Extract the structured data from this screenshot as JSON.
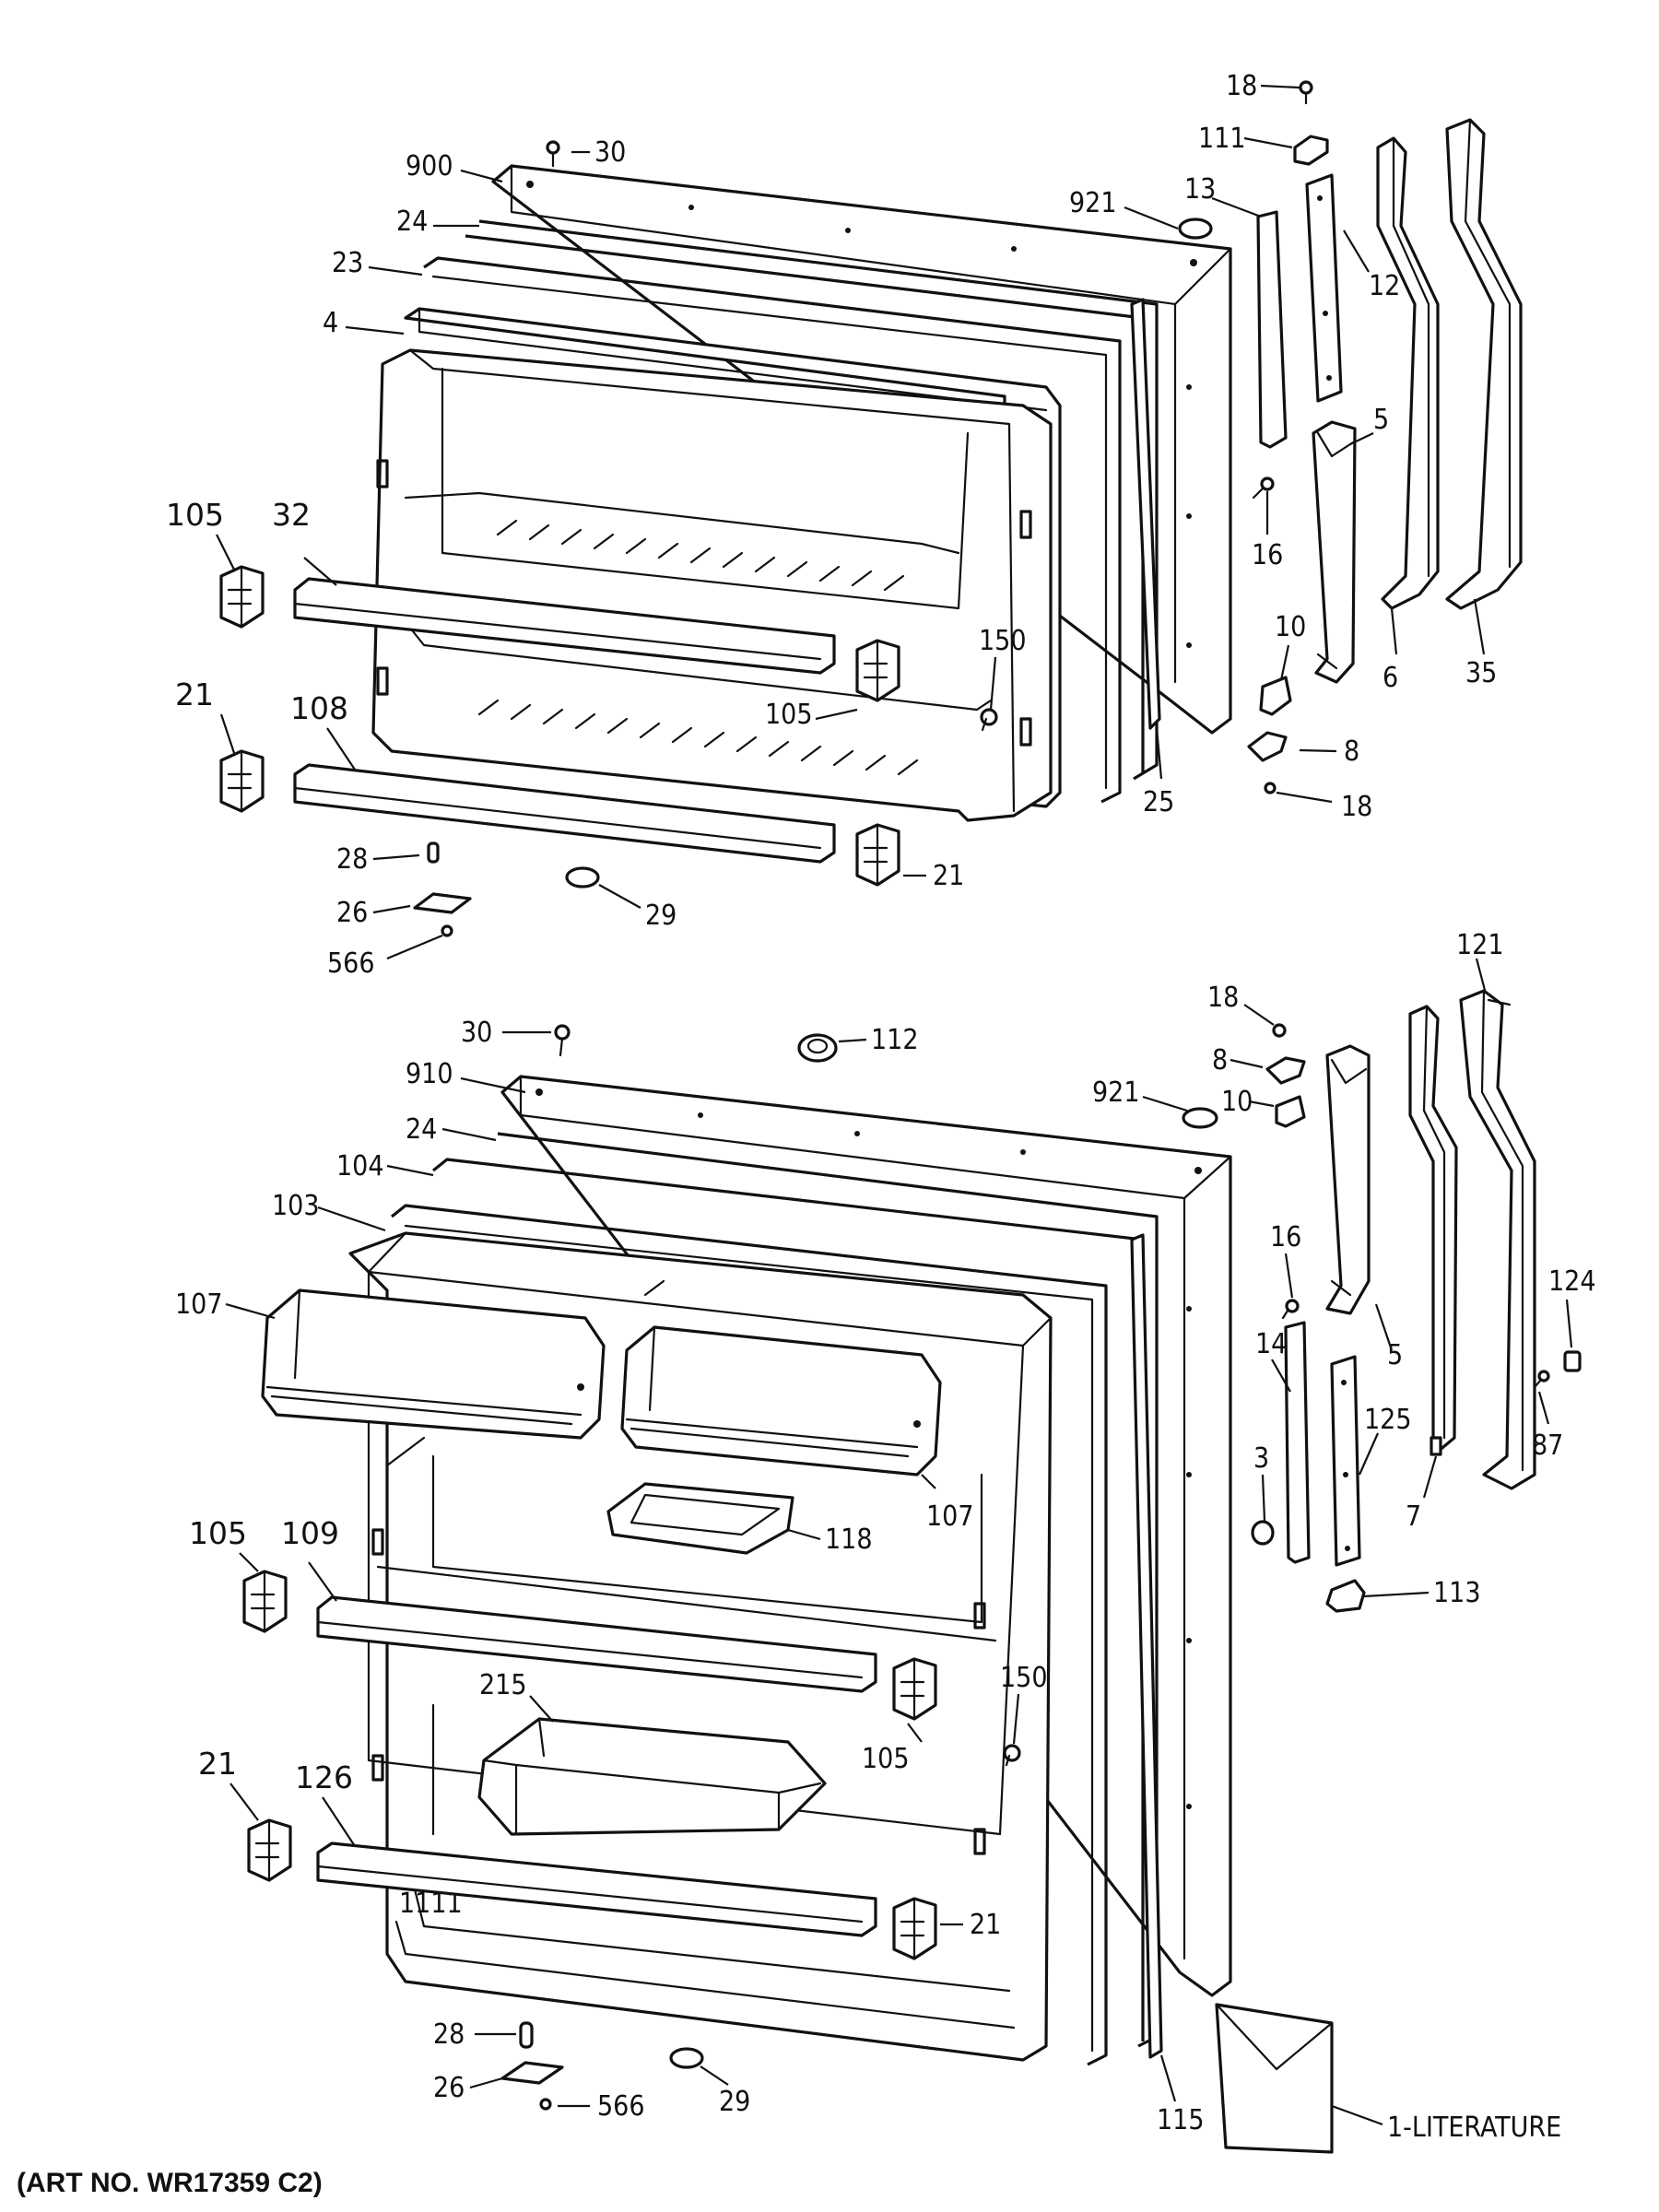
{
  "art_number": "(ART NO. WR17359 C2)",
  "literature_label": "1-LITERATURE",
  "callouts": {
    "freezer": {
      "c18_top": "18",
      "c111": "111",
      "c30": "30",
      "c900": "900",
      "c921": "921",
      "c13": "13",
      "c12": "12",
      "c24": "24",
      "c23": "23",
      "c4": "4",
      "c5": "5",
      "c105_left": "105",
      "c32": "32",
      "c16": "16",
      "c10": "10",
      "c6": "6",
      "c35": "35",
      "c150": "150",
      "c105_right": "105",
      "c21_left": "21",
      "c108": "108",
      "c8": "8",
      "c25": "25",
      "c18_bottom": "18",
      "c28": "28",
      "c21_right": "21",
      "c26": "26",
      "c29": "29",
      "c566": "566"
    },
    "fresh_food": {
      "c121": "121",
      "c18": "18",
      "c30": "30",
      "c112": "112",
      "c910": "910",
      "c8": "8",
      "c921": "921",
      "c10": "10",
      "c24": "24",
      "c104": "104",
      "c103": "103",
      "c16": "16",
      "c107_left": "107",
      "c124": "124",
      "c5": "5",
      "c14": "14",
      "c125": "125",
      "c87": "87",
      "c107_right": "107",
      "c3": "3",
      "c7": "7",
      "c118": "118",
      "c105_left": "105",
      "c109": "109",
      "c113": "113",
      "c150": "150",
      "c215": "215",
      "c105_right": "105",
      "c21_left": "21",
      "c126": "126",
      "c21_right": "21",
      "c28": "28",
      "c115": "115",
      "c26": "26",
      "c566": "566",
      "c29": "29"
    }
  }
}
